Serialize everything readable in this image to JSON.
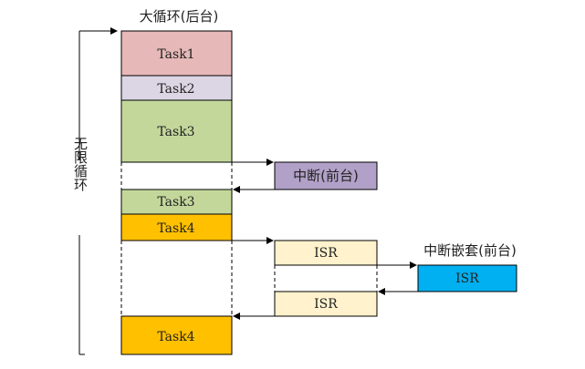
{
  "title_background": "大循环(后台)",
  "loop_label": "无限循环",
  "nested_label": "中断嵌套(前台)",
  "blocks": {
    "task1": "Task1",
    "task2": "Task2",
    "task3a": "Task3",
    "interrupt": "中断(前台)",
    "task3b": "Task3",
    "task4a": "Task4",
    "isr1": "ISR",
    "isr_nested": "ISR",
    "isr2": "ISR",
    "task4b": "Task4"
  },
  "colors": {
    "task1": "#e6b8b7",
    "task2": "#dcd6e4",
    "task3": "#c4d79b",
    "task4": "#ffc000",
    "interrupt": "#b1a0c7",
    "isr": "#fff2cc",
    "isr_nested": "#00b0f0"
  }
}
